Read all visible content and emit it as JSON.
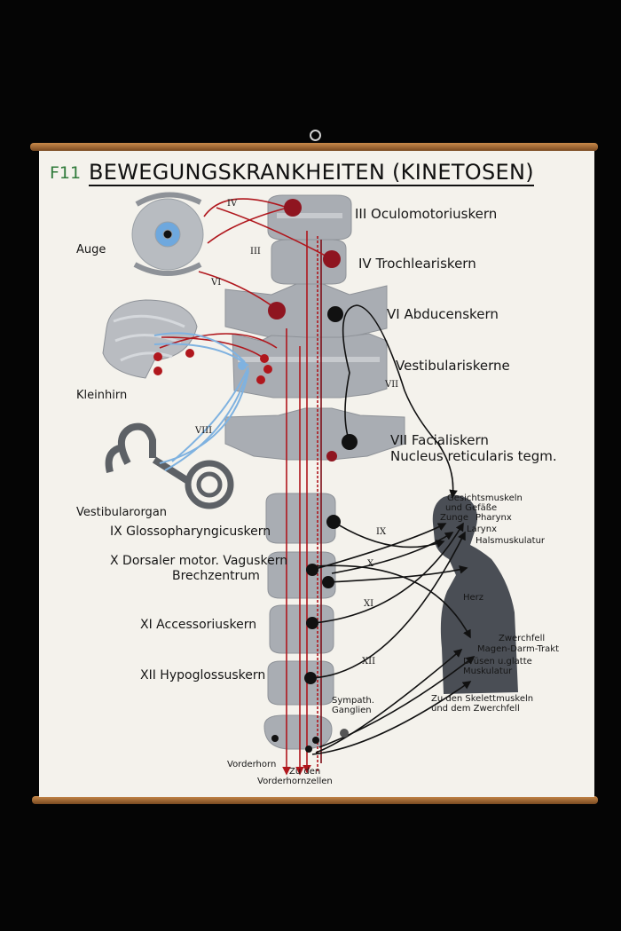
{
  "header": {
    "code": "F11",
    "title": "BEWEGUNGSKRANKHEITEN (KINETOSEN)"
  },
  "organs": {
    "eye": "Auge",
    "cerebellum": "Kleinhirn",
    "vestibular_organ": "Vestibularorgan"
  },
  "nuclei": {
    "oculomotor": "III Oculomotoriuskern",
    "trochlear": "IV Trochleariskern",
    "abducens": "VI Abducenskern",
    "vestibular": "Vestibulariskerne",
    "facial": "VII Facialiskern",
    "reticular": "Nucleus reticularis tegm.",
    "glosso": "IX Glossopharyngicuskern",
    "vagus_1": "X Dorsaler motor. Vaguskern",
    "vagus_2": "Brechzentrum",
    "accessory": "XI Accessoriuskern",
    "hypoglossal": "XII Hypoglossuskern"
  },
  "targets": {
    "face_1": "Gesichtsmuskeln",
    "face_2": "und Gefäße",
    "tongue": "Zunge",
    "pharynx": "Pharynx",
    "larynx": "Larynx",
    "neck": "Halsmuskulatur",
    "heart": "Herz",
    "diaphragm": "Zwerchfell",
    "gi": "Magen-Darm-Trakt",
    "glands_1": "Drüsen u.glatte",
    "glands_2": "Muskulatur",
    "skeletal_1": "Zu den Skelettmuskeln",
    "skeletal_2": "und dem Zwerchfell"
  },
  "bottom": {
    "sympath_1": "Sympath.",
    "sympath_2": "Ganglien",
    "anterior_horn": "Vorderhorn",
    "to_cells_1": "Zu den",
    "to_cells_2": "Vorderhornzellen"
  },
  "nerve_numerals": {
    "iv": "IV",
    "iii": "III",
    "vi": "VI",
    "vii": "VII",
    "viii": "VIII",
    "ix": "IX",
    "x": "X",
    "xi": "XI",
    "xii": "XII"
  },
  "colors": {
    "paper": "#f4f2ec",
    "tissue": "#a9adb3",
    "red_path": "#b0171d",
    "dark_red": "#7d0f18",
    "black_path": "#111111",
    "blue_path": "#7fb2e0",
    "rod": "#a8682f",
    "title_code": "#2f7a3a"
  }
}
